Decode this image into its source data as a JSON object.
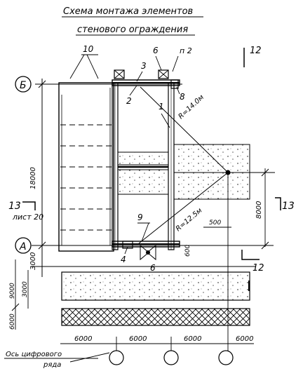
{
  "title": {
    "line1": "Схема монтажа элементов",
    "line2": "стенового ограждения"
  },
  "axes": {
    "top_axis": "Б",
    "bottom_axis": "А"
  },
  "callouts": [
    "1",
    "2",
    "3",
    "4",
    "6",
    "6",
    "8",
    "9",
    "10"
  ],
  "point_label": "п 2",
  "sections": {
    "left_13": "13",
    "left_sheet": "лист 20",
    "right_13": "13",
    "top_12": "12",
    "bottom_12": "12"
  },
  "dimensions": {
    "vertical_total": "18000",
    "vertical_bottom": "3000",
    "vertical_right": "8000",
    "radius_large": "R=14.0м",
    "radius_small": "R=12.5м",
    "offset_500": "500",
    "offset_600": "600",
    "lower_3000": "3000",
    "lower_9000": "9000",
    "lower_6000": "6000",
    "spans": [
      "6000",
      "6000",
      "6000",
      "6000"
    ]
  },
  "footer": {
    "axis_line1": "Ось цифрового",
    "axis_line2": "ряда"
  }
}
